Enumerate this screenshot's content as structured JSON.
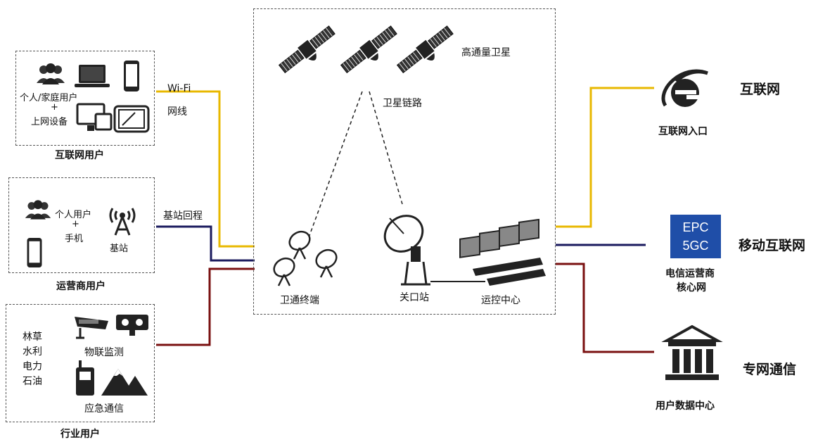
{
  "title": "",
  "left": {
    "internet_users": {
      "title": "互联网用户",
      "label_line1": "个人/家庭用户",
      "label_plus": "+",
      "label_line2": "上网设备",
      "link_label1": "Wi-Fi",
      "link_label2": "网线"
    },
    "operator_users": {
      "title": "运营商用户",
      "label_line1": "个人用户",
      "label_plus": "+",
      "label_line2": "手机",
      "base_station": "基站",
      "link_label": "基站回程"
    },
    "industry_users": {
      "title": "行业用户",
      "industries": [
        "林草",
        "水利",
        "电力",
        "石油"
      ],
      "iot": "物联监测",
      "emergency": "应急通信"
    }
  },
  "center": {
    "satellite": "高通量卫星",
    "sat_link": "卫星链路",
    "terminal": "卫通终端",
    "gateway": "关口站",
    "ops_center": "运控中心"
  },
  "right": {
    "internet": {
      "entry": "互联网入口",
      "name": "互联网"
    },
    "mobile": {
      "epc_line1": "EPC",
      "epc_line2": "5GC",
      "core_line1": "电信运营商",
      "core_line2": "核心网",
      "name": "移动互联网"
    },
    "private": {
      "dc": "用户数据中心",
      "name": "专网通信"
    }
  },
  "colors": {
    "internet_line": "#e8b800",
    "mobile_line": "#1a1a5e",
    "private_line": "#7a1010",
    "epc_bg": "#1f4ea8"
  }
}
